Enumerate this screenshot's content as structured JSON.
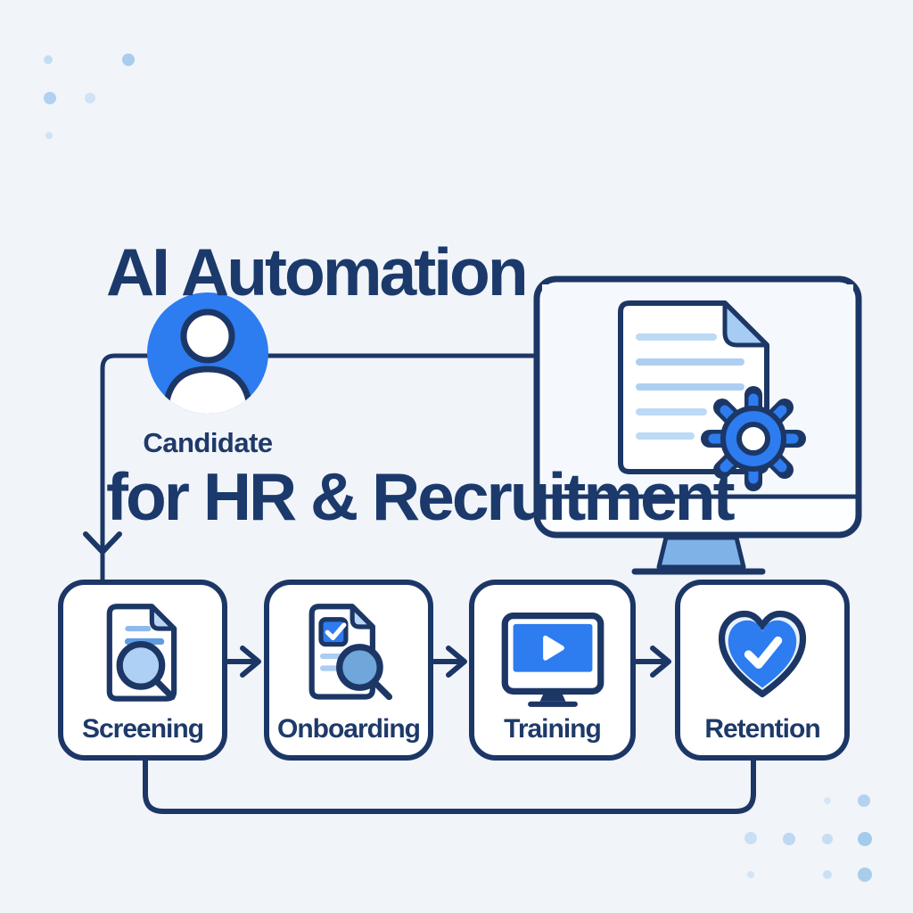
{
  "title": {
    "line1": "AI Automation",
    "line2": "for HR & Recruitment"
  },
  "candidate": {
    "label": "Candidate",
    "icon": "person-avatar-icon"
  },
  "workstation": {
    "icon": "computer-monitor-icon",
    "screen_content_icon": "document-gear-icon"
  },
  "steps": [
    {
      "label": "Screening",
      "icon": "resume-magnifier-icon"
    },
    {
      "label": "Onboarding",
      "icon": "checked-document-magnifier-icon"
    },
    {
      "label": "Training",
      "icon": "video-player-monitor-icon"
    },
    {
      "label": "Retention",
      "icon": "heart-checkmark-icon"
    }
  ],
  "colors": {
    "navy_outline": "#1c3766",
    "title_navy": "#1b3a6b",
    "accent_blue": "#2d7cf0",
    "light_blue": "#aecff2",
    "pale_blue": "#bcd9f5",
    "medium_blue": "#6fa7da",
    "stand_blue": "#7fb3e8",
    "background": "#f1f4f9"
  }
}
